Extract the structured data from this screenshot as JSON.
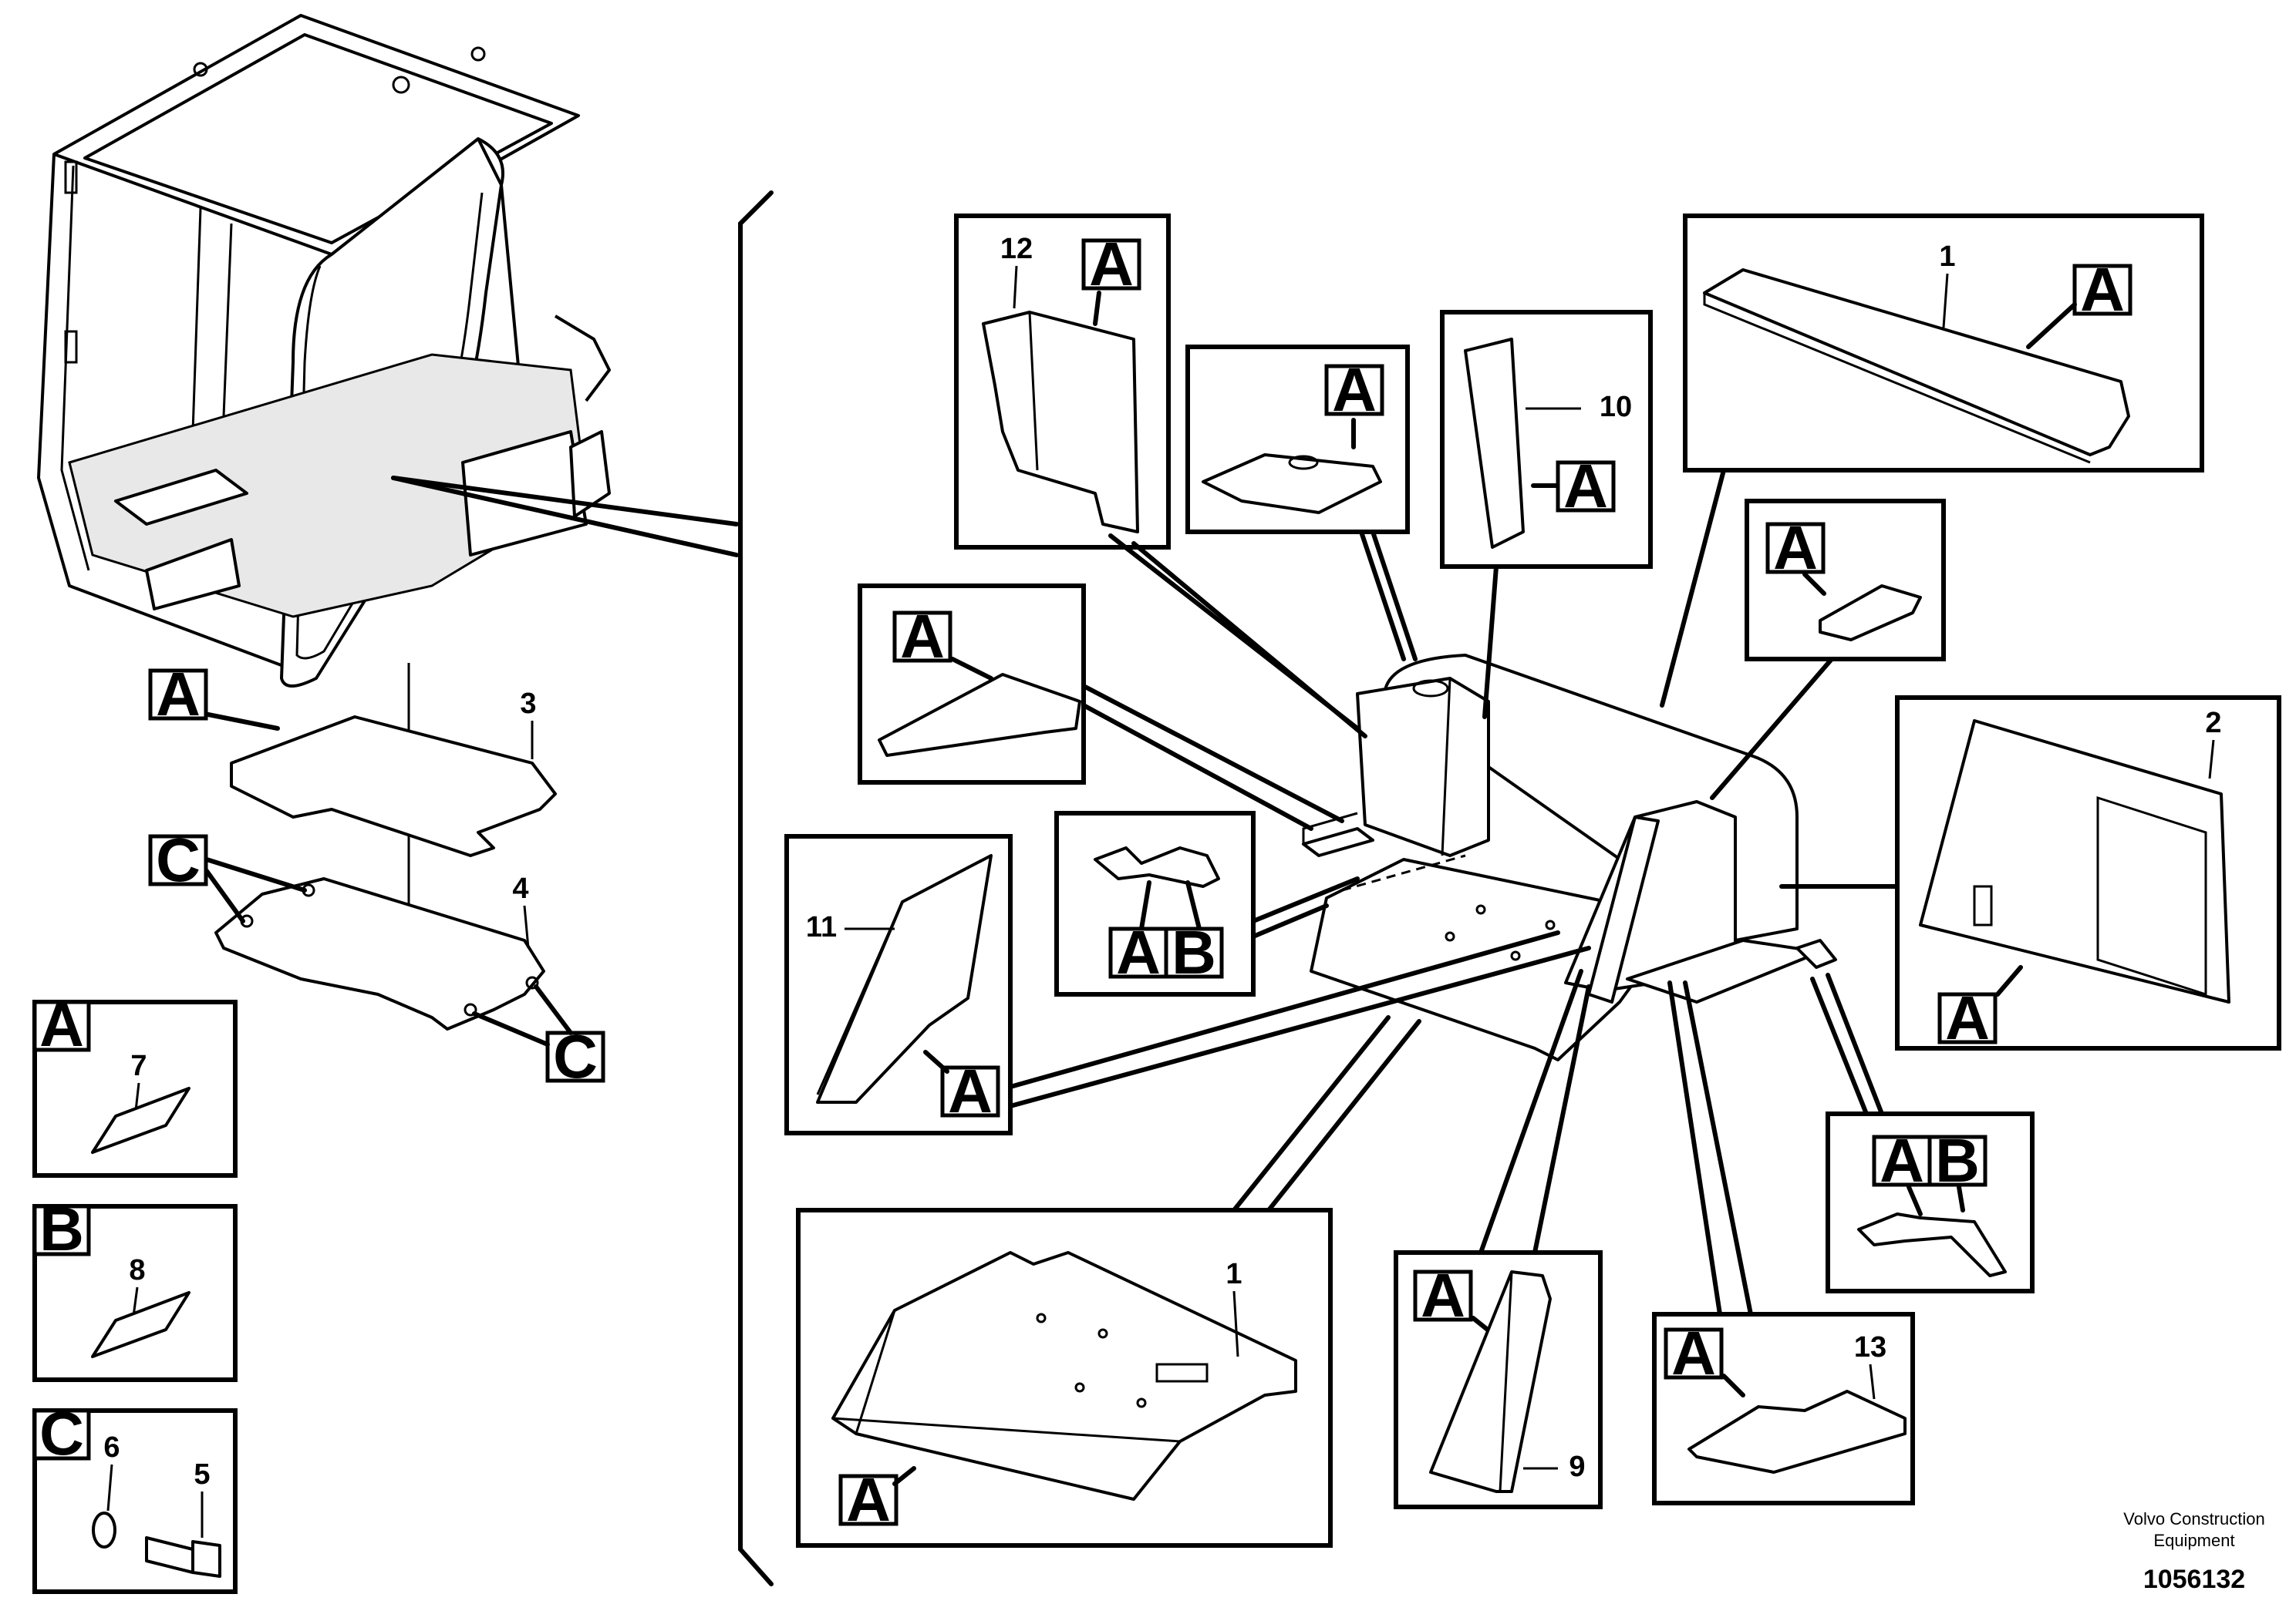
{
  "figure_number": "1056132",
  "publisher": {
    "line1": "Volvo Construction",
    "line2": "Equipment"
  },
  "callouts": {
    "n1": "1",
    "n2": "2",
    "n3": "3",
    "n4": "4",
    "n5": "5",
    "n6": "6",
    "n7": "7",
    "n8": "8",
    "n9": "9",
    "n10": "10",
    "n11": "11",
    "n12": "12",
    "n13": "13"
  },
  "letters": {
    "A": "A",
    "B": "B",
    "C": "C"
  }
}
